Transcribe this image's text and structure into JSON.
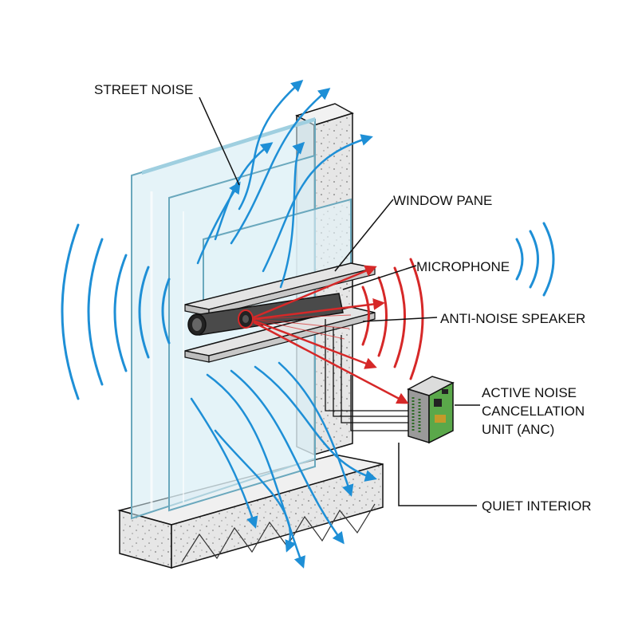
{
  "labels": {
    "street_noise": "STREET NOISE",
    "window_pane": "WINDOW PANE",
    "microphone": "MICROPHONE",
    "anti_noise_speaker": "ANTI-NOISE SPEAKER",
    "anc_line1": "ACTIVE NOISE",
    "anc_line2": "CANCELLATION",
    "anc_line3": "UNIT (ANC)",
    "quiet_interior": "QUIET INTERIOR"
  },
  "colors": {
    "noise_wave": "#1e8fd6",
    "anti_noise_wave": "#d62828",
    "glass": "#cfe9f2",
    "glass_edge": "#6aa8bd",
    "concrete": "#d9d9d9",
    "shelf": "#c8c8c8",
    "circuit_board": "#5aa84a",
    "line": "#111111"
  },
  "icons": {
    "microphone": "microphone-icon",
    "speaker": "speaker-icon",
    "anc_unit": "circuit-board-icon"
  }
}
